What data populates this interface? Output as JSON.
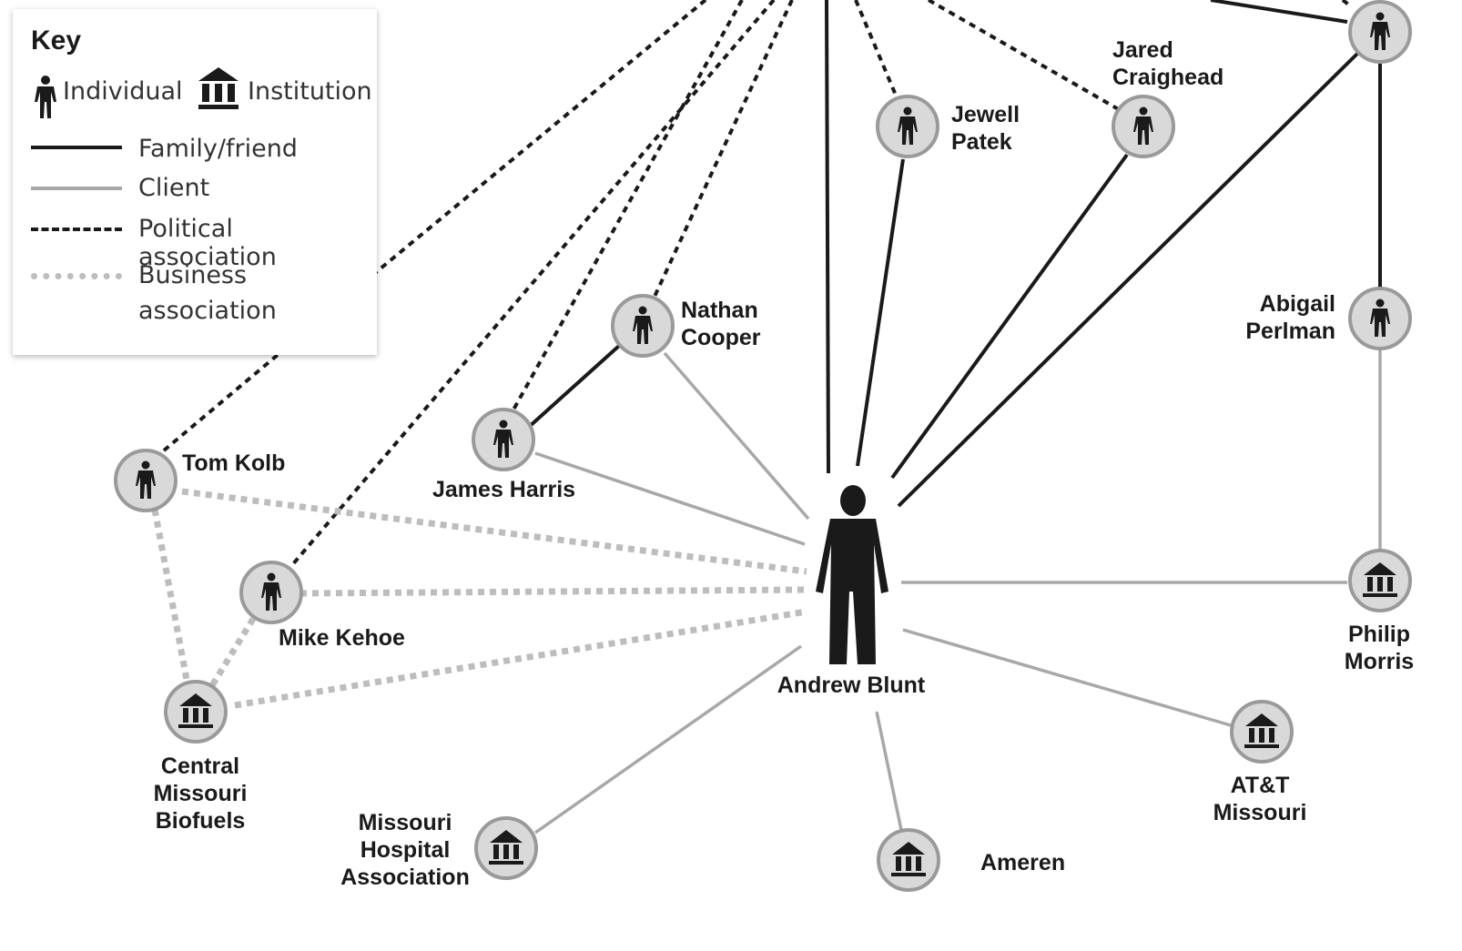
{
  "key": {
    "title": "Key",
    "individual": "Individual",
    "institution": "Institution",
    "family": "Family/friend",
    "client": "Client",
    "political": "Political association",
    "business_1": "Business",
    "business_2": "association"
  },
  "colors": {
    "family": "#1a1a1a",
    "client": "#a8a8a8",
    "political": "#1a1a1a",
    "business": "#bdbdbd",
    "node_fill": "#d9d9d9",
    "node_ring": "#9a9a9a"
  },
  "nodes": {
    "andrew_blunt": "Andrew Blunt",
    "jewell_1": "Jewell",
    "jewell_2": "Patek",
    "jared_1": "Jared",
    "jared_2": "Craighead",
    "nathan_1": "Nathan",
    "nathan_2": "Cooper",
    "james": "James Harris",
    "tom": "Tom Kolb",
    "mike": "Mike Kehoe",
    "abigail_1": "Abigail",
    "abigail_2": "Perlman",
    "philip_1": "Philip",
    "philip_2": "Morris",
    "att_1": "AT&T",
    "att_2": "Missouri",
    "ameren": "Ameren",
    "cmb_1": "Central",
    "cmb_2": "Missouri",
    "cmb_3": "Biofuels",
    "mha_1": "Missouri",
    "mha_2": "Hospital",
    "mha_3": "Association"
  }
}
